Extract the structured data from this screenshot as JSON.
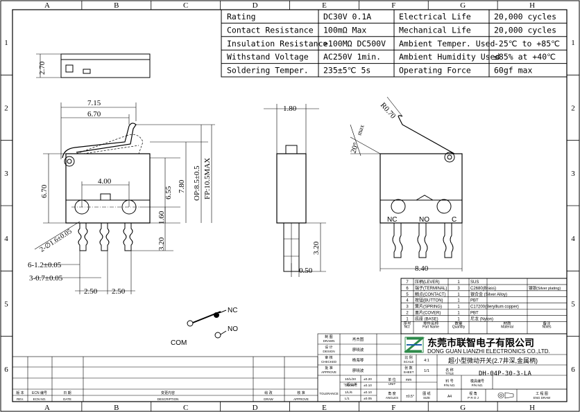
{
  "frame": {
    "cols": [
      "A",
      "B",
      "C",
      "D",
      "E",
      "F",
      "G",
      "H"
    ],
    "rows": [
      "1",
      "2",
      "3",
      "4",
      "5",
      "6"
    ]
  },
  "specs": [
    {
      "l1": "Rating",
      "v1": "DC30V 0.1A",
      "l2": "Electrical Life",
      "v2": "20,000 cycles"
    },
    {
      "l1": "Contact Resistance",
      "v1": "100mΩ Max",
      "l2": "Mechanical Life",
      "v2": "20,000 cycles"
    },
    {
      "l1": "Insulation Resistance",
      "v1": ">100MΩ DC500V",
      "l2": "Ambient Temper. Used",
      "v2": "-25℃ to +85℃"
    },
    {
      "l1": "Withstand Voltage",
      "v1": "AC250V 1min.",
      "l2": "Ambient Humidity Used",
      "v2": "≤85% at +40℃"
    },
    {
      "l1": "Soldering Temper.",
      "v1": "235±5℃ 5s",
      "l2": "Operating Force",
      "v2": "60gf max"
    }
  ],
  "dims": {
    "top_h": "2.70",
    "w715": "7.15",
    "w670": "6.70",
    "h670": "6.70",
    "w400": "4.00",
    "h655": "6.55",
    "h780": "7.80",
    "op": "OP:8.5±0.5",
    "fp": "FP:10.5MAX",
    "h160": "1.60",
    "h320": "3.20",
    "hole": "2-∅1.6±0.05",
    "pin12": "6-1.2±0.05",
    "pin07": "3-0.7±0.05",
    "p250a": "2.50",
    "p250b": "2.50",
    "side180": "1.80",
    "side320": "3.20",
    "side050": "0.50",
    "r70": "R0.70",
    "max": "max",
    "ang": "20°",
    "w840": "8.40"
  },
  "terminals": {
    "nc": "NC",
    "no": "NO",
    "c": "C"
  },
  "schematic": {
    "nc": "NC",
    "no": "NO",
    "com": "COM"
  },
  "parts": {
    "head": {
      "no": "序号",
      "no_en": "NO.",
      "name": "零件名称",
      "name_en": "Part Name",
      "qty": "数量",
      "qty_en": "Quantity",
      "mat": "材质",
      "mat_en": "Material",
      "note": "备注",
      "note_en": "Notes"
    },
    "rows": [
      {
        "no": "7",
        "name": "压柄(LEVER)",
        "qty": "1",
        "mat": "SUS",
        "note": ""
      },
      {
        "no": "6",
        "name": "端子(TERMINAL)",
        "qty": "3",
        "mat": "C2680(Brass)",
        "note": "镀银(Silver plating)"
      },
      {
        "no": "5",
        "name": "触点(CONTACT)",
        "qty": "1",
        "mat": "银合金 (Silver Alloy)",
        "note": ""
      },
      {
        "no": "4",
        "name": "按钮(BUTTON)",
        "qty": "1",
        "mat": "PBT",
        "note": ""
      },
      {
        "no": "3",
        "name": "簧片(SPRING)",
        "qty": "1",
        "mat": "C17200(Beryllium copper)",
        "note": ""
      },
      {
        "no": "2",
        "name": "盖片(COVER)",
        "qty": "1",
        "mat": "PBT",
        "note": ""
      },
      {
        "no": "1",
        "name": "底座 (BASE)",
        "qty": "1",
        "mat": "尼龙 (Nylon)",
        "note": ""
      }
    ]
  },
  "title": {
    "company_cn": "东莞市联智电子有限公司",
    "company_en": "DONG GUAN LIANZHI ELECTRONICS CO.,LTD.",
    "product": "超小型微动开关(2.7井深,金属柄)",
    "model": "DH-04P-30-3-LA",
    "drawn_cn": "制 图",
    "drawn_en": "DRAWN",
    "drawn_by": "肖杰图",
    "design_cn": "设 计",
    "design_en": "DESIGN",
    "design_by": "廖晓波",
    "checked_cn": "审 核",
    "checked_en": "CHECKED",
    "checked_by": "杨海琴",
    "approve_cn": "批 准",
    "approve_en": "APPROVE",
    "approve_by": "廖晓波",
    "scale_cn": "比 例",
    "scale_en": "SCALE",
    "scale": "4:1",
    "sheet_cn": "张 数",
    "sheet_en": "SHEET",
    "sheet": "1/1",
    "unit_cn": "单 位",
    "unit_en": "UNIT",
    "unit": "mm",
    "angles_cn": "角 度",
    "angles_en": "ANGLES",
    "angles": "±0.5°",
    "name_cn": "名 称",
    "name_en": "TITLE",
    "pn_cn": "料 号",
    "pn_en": "P/N NO.",
    "model_cn": "模具编号",
    "model_en": "P/N NO.",
    "size_cn": "图 纸",
    "size_en": "SIZE",
    "size": "A4",
    "proj_cn": "视 角",
    "proj_en": "P R O J",
    "eng_cn": "工 程 图",
    "eng_en": "ENG DRAW",
    "tol_cn": "一般公差",
    "tol_en": "TOLERANCE",
    "tol1": "10/L/20",
    "tol1v": "±0.20",
    "tol2": "0/L/30",
    "tol2v": "±0.10",
    "tol3": "1/L/6",
    "tol3v": "±0.10",
    "tol4": "L/1",
    "tol4v": "±0.05"
  },
  "revision": {
    "rev_cn": "版 本",
    "rev_en": "REV.",
    "ecn_cn": "ECN 编号",
    "ecn_en": "ECN NO.",
    "date_cn": "日 期",
    "date_en": "DATE",
    "desc_cn": "变更内容",
    "desc_en": "DESCRIPTION",
    "draw_cn": "绘 改",
    "draw_en": "DRAW",
    "appr_cn": "核 准",
    "appr_en": "APPROVE"
  }
}
